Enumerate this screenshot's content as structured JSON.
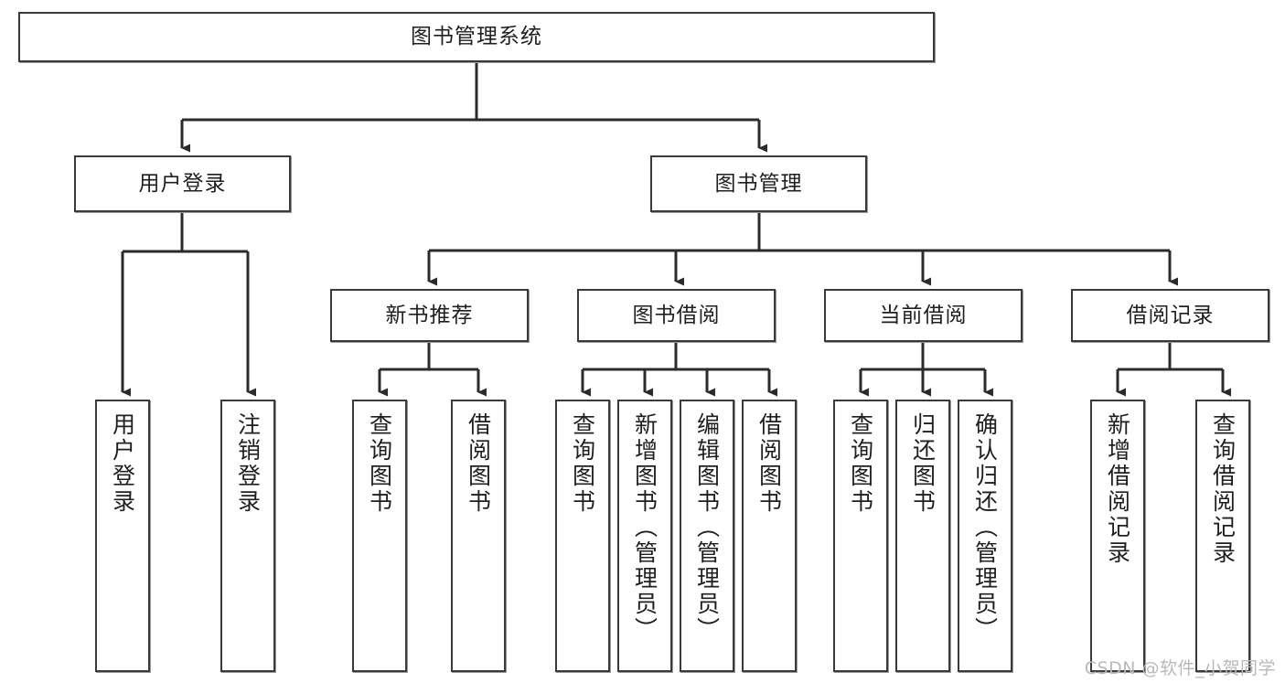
{
  "diagram": {
    "type": "tree-hierarchy-chart",
    "title": "图书管理系统",
    "orientation": "top-down",
    "edge_style": "orthogonal-with-arrowheads",
    "colors": {
      "background": "#ffffff",
      "node_fill": "#ffffff",
      "node_border": "#3a3a3a",
      "edge": "#2b2b2b",
      "text": "#1f1f1f",
      "watermark": "#b9b9b9"
    },
    "root": {
      "id": "root",
      "label": "图书管理系统"
    },
    "level2": [
      {
        "id": "user-login",
        "label": "用户登录"
      },
      {
        "id": "book-manage",
        "label": "图书管理"
      }
    ],
    "level3": [
      {
        "id": "new-book-rec",
        "label": "新书推荐",
        "parent": "book-manage"
      },
      {
        "id": "book-borrow",
        "label": "图书借阅",
        "parent": "book-manage"
      },
      {
        "id": "current-borrow",
        "label": "当前借阅",
        "parent": "book-manage"
      },
      {
        "id": "borrow-record",
        "label": "借阅记录",
        "parent": "book-manage"
      }
    ],
    "leaves": [
      {
        "id": "leaf-user-login",
        "label": "用户登录",
        "parent": "user-login"
      },
      {
        "id": "leaf-user-logout",
        "label": "注销登录",
        "parent": "user-login"
      },
      {
        "id": "leaf-rec-query-book",
        "label": "查询图书",
        "parent": "new-book-rec"
      },
      {
        "id": "leaf-rec-borrow-book",
        "label": "借阅图书",
        "parent": "new-book-rec"
      },
      {
        "id": "leaf-borrow-query-book",
        "label": "查询图书",
        "parent": "book-borrow"
      },
      {
        "id": "leaf-borrow-add-book",
        "label": "新增图书（管理员）",
        "parent": "book-borrow"
      },
      {
        "id": "leaf-borrow-edit-book",
        "label": "编辑图书（管理员）",
        "parent": "book-borrow"
      },
      {
        "id": "leaf-borrow-borrow-book",
        "label": "借阅图书",
        "parent": "book-borrow"
      },
      {
        "id": "leaf-cur-query-book",
        "label": "查询图书",
        "parent": "current-borrow"
      },
      {
        "id": "leaf-cur-return-book",
        "label": "归还图书",
        "parent": "current-borrow"
      },
      {
        "id": "leaf-cur-confirm-return",
        "label": "确认归还（管理员）",
        "parent": "current-borrow"
      },
      {
        "id": "leaf-rec-add-record",
        "label": "新增借阅记录",
        "parent": "borrow-record"
      },
      {
        "id": "leaf-rec-query-record",
        "label": "查询借阅记录",
        "parent": "borrow-record"
      }
    ]
  },
  "watermark": {
    "text": "CSDN @软件_小贺同学"
  }
}
